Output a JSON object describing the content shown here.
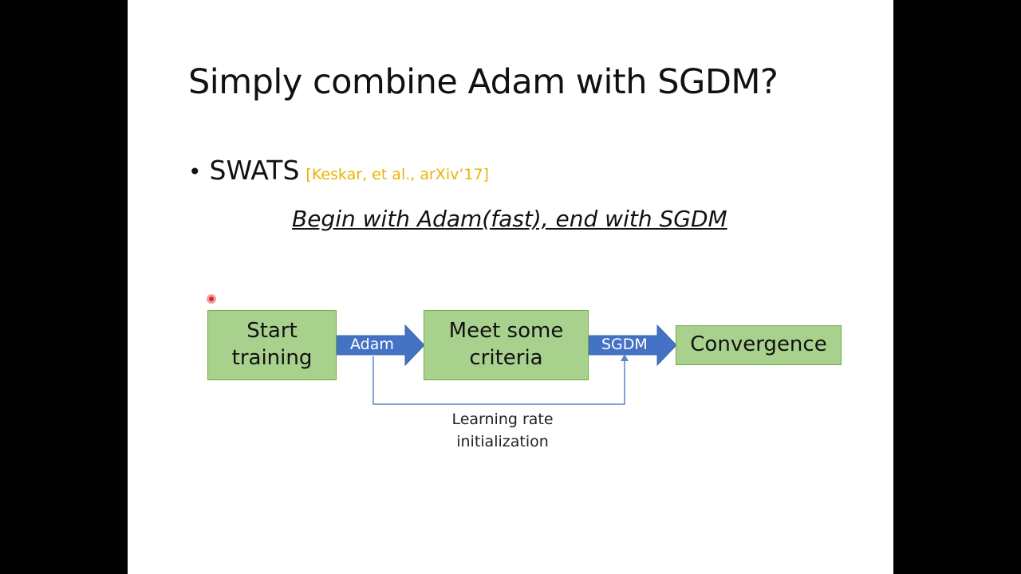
{
  "slide": {
    "title": "Simply combine Adam with SGDM?",
    "bullet": {
      "marker": "•",
      "text": "SWATS",
      "citation": "[Keskar, et al., arXiv’17]"
    },
    "subtitle": "Begin with Adam(fast), end with SGDM"
  },
  "diagram": {
    "nodes": [
      {
        "id": "start",
        "label": "Start\ntraining"
      },
      {
        "id": "criteria",
        "label": "Meet some\ncriteria"
      },
      {
        "id": "convergence",
        "label": "Convergence"
      }
    ],
    "edges": [
      {
        "from": "start",
        "to": "criteria",
        "label": "Adam"
      },
      {
        "from": "criteria",
        "to": "convergence",
        "label": "SGDM"
      }
    ],
    "feedback": {
      "label": "Learning rate\ninitialization"
    }
  },
  "colors": {
    "box_fill": "#a9d18e",
    "box_border": "#70ad47",
    "arrow_fill": "#4472c4",
    "citation": "#e8b400",
    "pointer": "#d62828"
  }
}
